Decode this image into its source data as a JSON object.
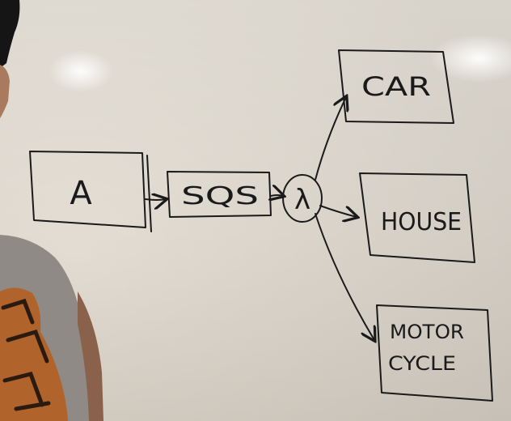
{
  "scene": "whiteboard",
  "nodes": {
    "a": "A",
    "sqs": "SQS",
    "lambda": "λ",
    "car": "CAR",
    "house": "HOUSE",
    "motor": "MOTOR",
    "cycle": "CYCLE"
  },
  "colors": {
    "ink": "#1a1a1a",
    "board": "#e8e3da",
    "shirt": "#8f8a85",
    "print": "#b0632a",
    "skin": "#a97a5e"
  }
}
